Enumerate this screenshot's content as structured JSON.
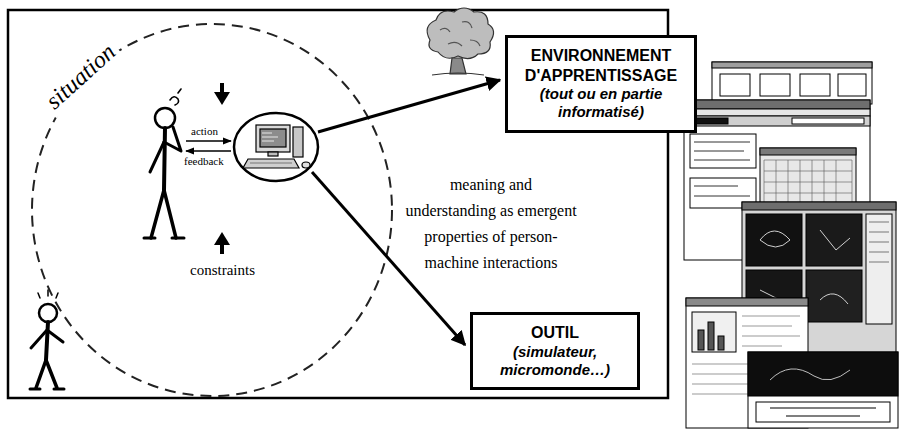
{
  "diagram": {
    "nodes": [
      {
        "text": [
          "ENVIRONNEMENT D'APPRENTISSAGE",
          "(tout ou en partie informatisé)"
        ]
      },
      {
        "text": [
          "OUTIL",
          "(simulateur, micromonde…)"
        ]
      }
    ],
    "labels": [
      "situation",
      "action",
      "feedback",
      "constraints",
      "meaning and understanding as emergent properties of person-machine interactions"
    ]
  }
}
